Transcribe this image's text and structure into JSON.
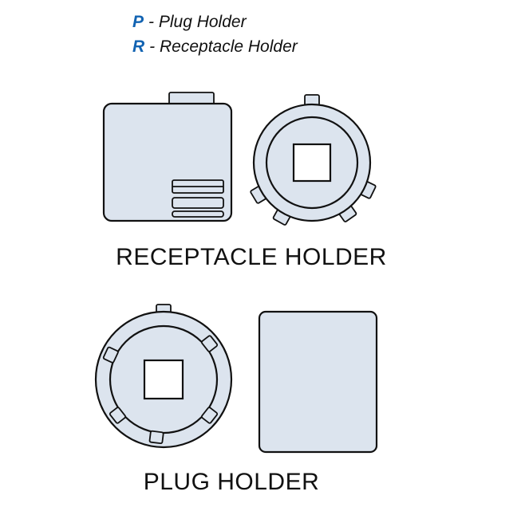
{
  "legend": {
    "items": [
      {
        "key": "P",
        "label": "- Plug Holder"
      },
      {
        "key": "R",
        "label": "- Receptacle Holder"
      }
    ]
  },
  "figures": {
    "receptacle": {
      "caption": "RECEPTACLE HOLDER"
    },
    "plug": {
      "caption": "PLUG HOLDER"
    }
  },
  "colors": {
    "shape_fill": "#dce4ee",
    "outline": "#111111",
    "legend_key": "#1263b2",
    "background": "#ffffff",
    "text": "#111111"
  }
}
